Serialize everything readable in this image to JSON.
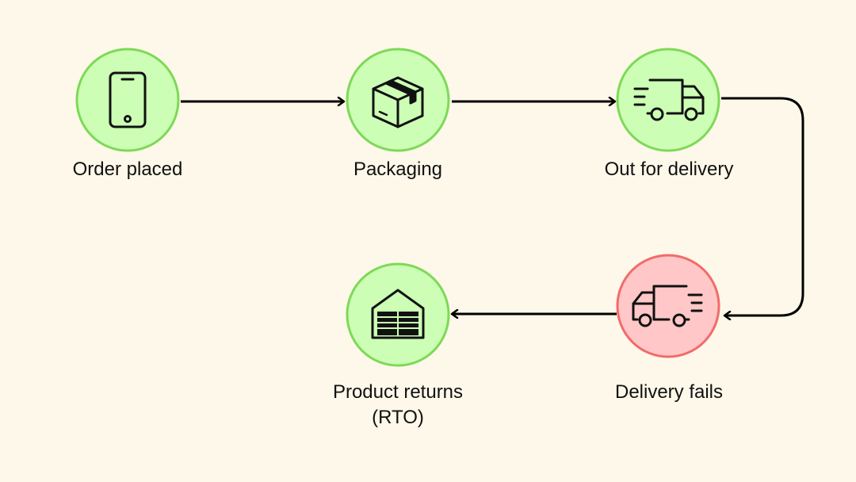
{
  "colors": {
    "background": "#fdf8e9",
    "success_fill": "#ccffb5",
    "success_stroke": "#7ed957",
    "failure_fill": "#ffc7c7",
    "failure_stroke": "#f26b6b",
    "arrow": "#000000",
    "icon": "#111111"
  },
  "steps": [
    {
      "id": "order-placed",
      "label": "Order placed",
      "icon": "smartphone-icon",
      "status": "success"
    },
    {
      "id": "packaging",
      "label": "Packaging",
      "icon": "package-box-icon",
      "status": "success"
    },
    {
      "id": "out-for-delivery",
      "label": "Out for delivery",
      "icon": "delivery-truck-icon",
      "status": "success"
    },
    {
      "id": "delivery-fails",
      "label": "Delivery fails",
      "icon": "delivery-truck-reverse-icon",
      "status": "failure"
    },
    {
      "id": "product-returns",
      "label_line1": "Product returns",
      "label_line2": "(RTO)",
      "icon": "warehouse-icon",
      "status": "success"
    }
  ],
  "connections": [
    {
      "from": "order-placed",
      "to": "packaging"
    },
    {
      "from": "packaging",
      "to": "out-for-delivery"
    },
    {
      "from": "out-for-delivery",
      "to": "delivery-fails"
    },
    {
      "from": "delivery-fails",
      "to": "product-returns"
    }
  ]
}
